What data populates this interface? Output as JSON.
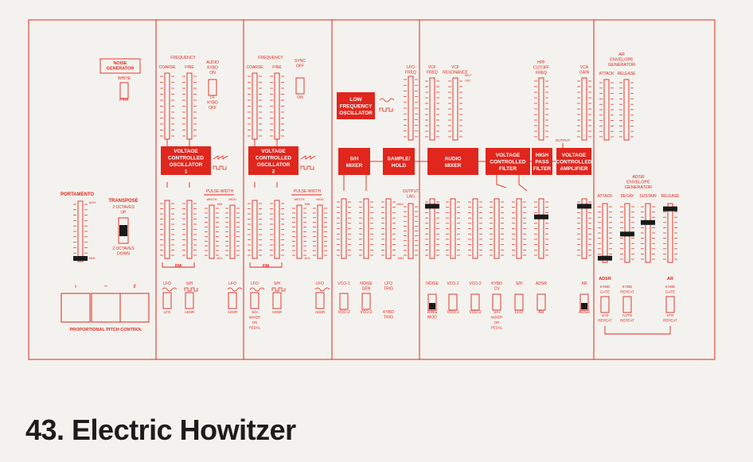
{
  "caption": "43. Electric Howitzer",
  "colors": {
    "line": "#e0261d",
    "fill": "#e0261d",
    "cap": "#1a1a1a",
    "paper": "#f4f2ee"
  },
  "panel": {
    "noise_generator": {
      "title": [
        "NOISE",
        "GENERATOR"
      ],
      "white": "WHITE",
      "pink": "PINK"
    },
    "portamento": {
      "label": "PORTAMENTO",
      "max": "MAX",
      "min": "MIN",
      "knob": 0.0
    },
    "transpose": {
      "label": "TRANSPOSE",
      "up": [
        "2 OCTAVES",
        "UP"
      ],
      "down": [
        "2 OCTAVES",
        "DOWN"
      ]
    },
    "pitch_control": {
      "label": "PROPORTIONAL PITCH CONTROL",
      "symbols": [
        "♭",
        "∼",
        "♯"
      ]
    },
    "vco1": {
      "frequency": "FREQUENCY",
      "coarse": "COARSE",
      "fine": "FINE",
      "audio": [
        "AUDIO",
        "KYBD",
        "ON"
      ],
      "lf": [
        "LF",
        "KYBD",
        "OFF"
      ],
      "title": [
        "VOLTAGE",
        "CONTROLLED",
        "OSCILLATOR",
        "1"
      ],
      "pulse_width": "PULSE WIDTH",
      "width": "WIDTH",
      "mod": "MOD",
      "fm": "FM",
      "lfo": "LFO",
      "sh": "S/H",
      "adsr": "ADSR",
      "max_tick": "MIN",
      "percent": "50%"
    },
    "vco2": {
      "frequency": "FREQUENCY",
      "coarse": "COARSE",
      "fine": "FINE",
      "sync": [
        "SYNC",
        "OFF"
      ],
      "sync_on": "ON",
      "title": [
        "VOLTAGE",
        "CONTROLLED",
        "OSCILLATOR",
        "2"
      ],
      "pulse_width": "PULSE WIDTH",
      "width": "WIDTH",
      "mod": "MOD",
      "fm": "FM",
      "lfo": "LFO",
      "sh": "S/H",
      "adsr": "ADSR",
      "mixer": [
        "S/H",
        "MIXER",
        "ON",
        "PEDAL"
      ],
      "max_tick": "MIN",
      "percent": "50%"
    },
    "lfo": {
      "title": [
        "LOW",
        "FREQUENCY",
        "OSCILLATOR"
      ],
      "freq": [
        "LFO",
        "FREQ"
      ],
      "sh_mixer": [
        "S/H",
        "MIXER"
      ],
      "sample_hold": [
        "SAMPLE/",
        "HOLD"
      ],
      "output_lag": [
        "OUTPUT",
        "LAG"
      ],
      "max": "MAX",
      "min": "MIN",
      "vco1": "VCO-1",
      "noise_gen": [
        "NOISE",
        "GEN"
      ],
      "lfo_trig": [
        "LFO",
        "TRIG"
      ],
      "vco2": "VCO-2",
      "kybd_trig": [
        "KYBD",
        "TRIG"
      ]
    },
    "vcf": {
      "vcf_freq": [
        "VCF",
        "FREQ"
      ],
      "vcf_res": [
        "VCF",
        "RESONANCE"
      ],
      "self_osc": [
        "SELF",
        "OSC"
      ],
      "hpf": [
        "HPF",
        "CUTOFF",
        "FREQ"
      ],
      "vca_gain": [
        "VCA",
        "GAIN"
      ],
      "output": "OUTPUT",
      "audio_mixer": [
        "AUDIO",
        "MIXER"
      ],
      "vcf_title": [
        "VOLTAGE",
        "CONTROLLED",
        "FILTER"
      ],
      "hpf_title": [
        "HIGH",
        "PASS",
        "FILTER"
      ],
      "vca_title": [
        "VOLTAGE",
        "CONTROLLED",
        "AMPLIFIER"
      ],
      "noise": "NOISE",
      "ring_mod": [
        "RING",
        "MOD"
      ],
      "vco1": "VCO-1",
      "vco2": "VCO-2",
      "kybd_cv": [
        "KYBD",
        "CV"
      ],
      "sh": "S/H",
      "adsr": "ADSR",
      "mixer_pedal": [
        "S/H",
        "MIXER",
        "OR",
        "PEDAL"
      ],
      "lfo": "LFO",
      "ar": "AR"
    },
    "envelopes": {
      "ar_title": [
        "AR",
        "ENVELOPE",
        "GENERATOR"
      ],
      "attack": "ATTACK",
      "release": "RELEASE",
      "adsr_title": [
        "ADSR",
        "ENVELOPE",
        "GENERATOR"
      ],
      "decay": "DECAY",
      "sustain": "SUSTAIN",
      "adsr": "ADSR",
      "ar": "AR",
      "kybd_gate": [
        "KYBD",
        "GATE"
      ],
      "kybd_repeat": [
        "KYBD",
        "REPEAT"
      ],
      "lfo_repeat": [
        "LFO",
        "REPEAT"
      ],
      "auto_repeat": [
        "AUTO",
        "REPEAT"
      ]
    }
  }
}
